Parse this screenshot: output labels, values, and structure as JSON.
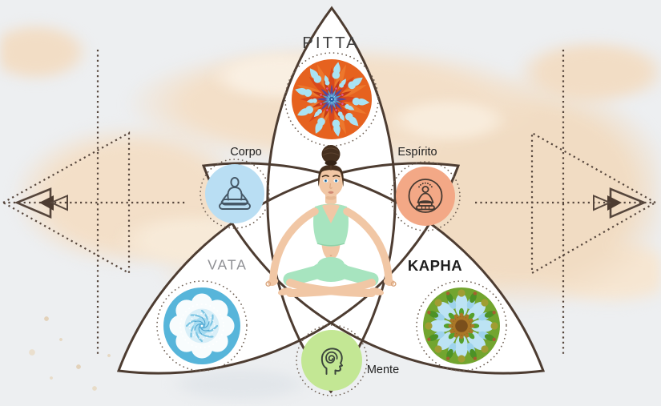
{
  "diagram": {
    "doshas": [
      {
        "id": "pitta",
        "label": "PITTA",
        "color": "#e6621f"
      },
      {
        "id": "vata",
        "label": "VATA",
        "color": "#57b5da"
      },
      {
        "id": "kapha",
        "label": "KAPHA",
        "color": "#72a52f"
      }
    ],
    "aspects": [
      {
        "id": "corpo",
        "label": "Corpo",
        "color": "#b9def3"
      },
      {
        "id": "espirito",
        "label": "Espírito",
        "color": "#f3a886"
      },
      {
        "id": "mente",
        "label": "Mente",
        "color": "#c3e794"
      }
    ],
    "colors": {
      "outline": "#4d3c31",
      "dotted": "#56463c",
      "dotted_ring": "#6f6054",
      "wash": "#f3dfc8",
      "background": "#edeff1",
      "petal_fill": "#ffffff"
    }
  }
}
